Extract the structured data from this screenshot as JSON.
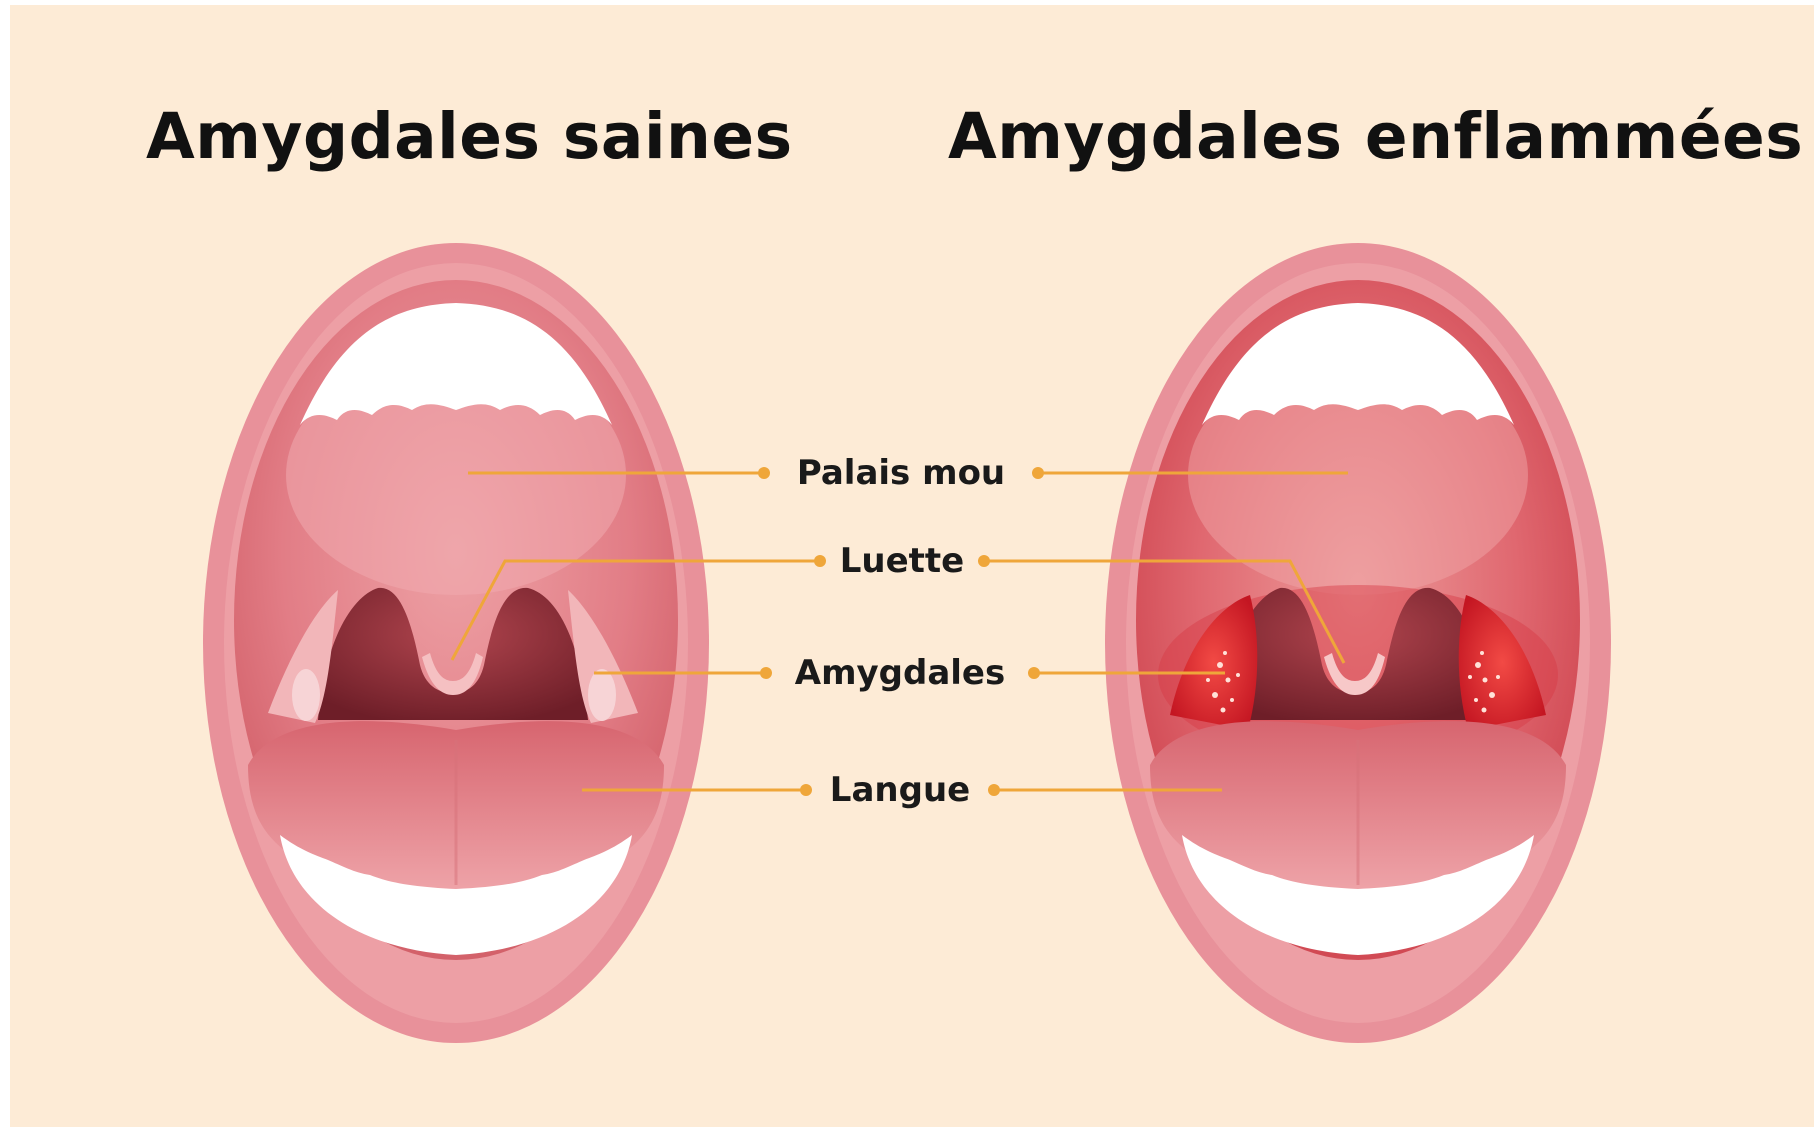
{
  "titles": {
    "healthy": "Amygdales saines",
    "inflamed": "Amygdales enflammées"
  },
  "labels": [
    {
      "id": "soft-palate",
      "text": "Palais mou"
    },
    {
      "id": "uvula",
      "text": "Luette"
    },
    {
      "id": "tonsils",
      "text": "Amygdales"
    },
    {
      "id": "tongue",
      "text": "Langue"
    }
  ],
  "colors": {
    "background": "#fdebd6",
    "leader_line": "#efa63a",
    "lip": "#e8919a",
    "mouth_interior": "#e07c84",
    "inflamed_tonsil": "#d8222b",
    "teeth": "#ffffff"
  }
}
